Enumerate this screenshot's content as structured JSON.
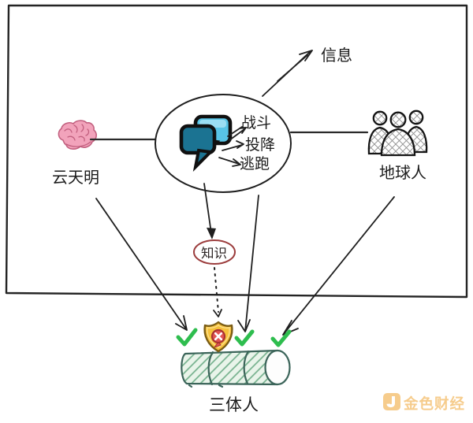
{
  "labels": {
    "brain": "云天明",
    "info": "信息",
    "earthlings": "地球人",
    "knowledge": "知识",
    "trisolarans": "三体人",
    "options": {
      "fight": "战斗",
      "surrender": "投降",
      "flee": "逃跑"
    }
  },
  "icons": {
    "brain": "brain-icon",
    "chat": "chat-bubbles-icon",
    "people": "people-group-icon",
    "shield": "shield-block-icon",
    "check": "checkmark-icon",
    "cylinder": "cylinder-shape"
  },
  "colors": {
    "ink": "#1f1f1f",
    "brain_pink": "#f2a3bb",
    "brain_line": "#c2607f",
    "chat_dark": "#1b7392",
    "chat_light": "#58c4e6",
    "check_green": "#2ebd4e",
    "knowledge_red": "#9c3d3d",
    "cylinder_outline": "#3c655a",
    "cylinder_fill": "#e9f4ea",
    "cylinder_hatch": "#74b08c",
    "shield_gold": "#f6c13c",
    "shield_border": "#7a5c14",
    "badge_red": "#e25454",
    "watermark_gold": "#f0a32f"
  },
  "watermark": {
    "brand": "金色财经"
  }
}
